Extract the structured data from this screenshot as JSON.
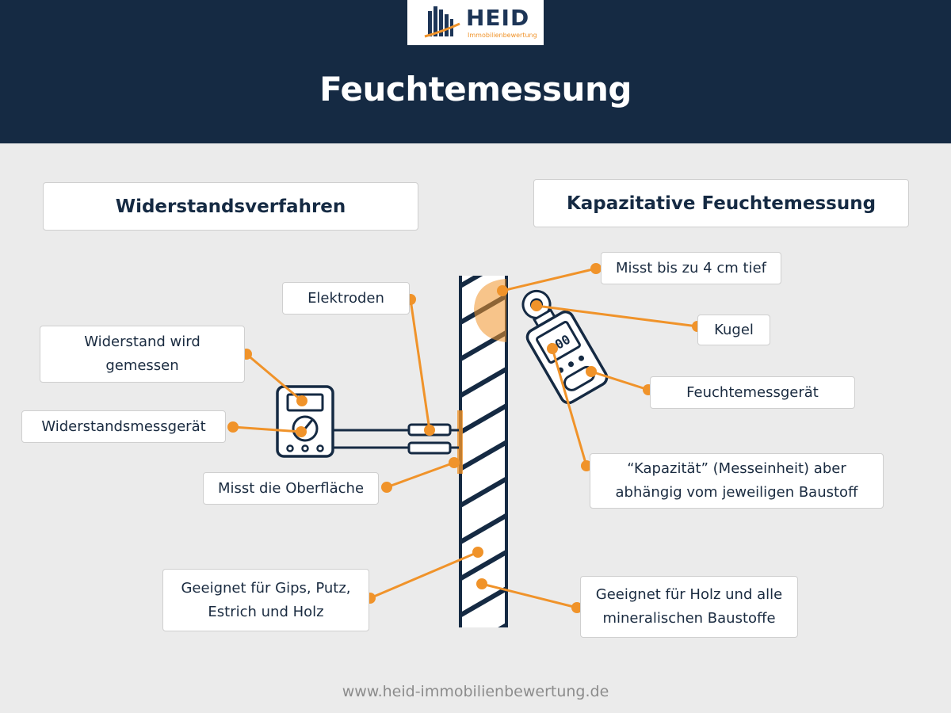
{
  "header": {
    "logo_name": "HEID",
    "logo_subtitle": "Immobilienbewertung",
    "title": "Feuchtemessung"
  },
  "sections": {
    "left_heading": "Widerstandsverfahren",
    "right_heading": "Kapazitative Feuchtemessung"
  },
  "labels": {
    "elektroden": "Elektroden",
    "widerstand_line1": "Widerstand wird",
    "widerstand_line2": "gemessen",
    "messgeraet": "Widerstandsmessgerät",
    "oberflaeche": "Misst die Oberfläche",
    "gips_line1": "Geeignet für Gips, Putz,",
    "gips_line2": "Estrich und Holz",
    "tiefe": "Misst bis zu 4 cm tief",
    "kugel": "Kugel",
    "feuchtemessgeraet": "Feuchtemessgerät",
    "kapazitaet_line1": "“Kapazität” (Messeinheit) aber",
    "kapazitaet_line2": "abhängig vom jeweiligen Baustoff",
    "holz_line1": "Geeignet für Holz und alle",
    "holz_line2": "mineralischen Baustoffe"
  },
  "device_display": "100",
  "footer": {
    "url": "www.heid-immobilienbewertung.de"
  },
  "colors": {
    "navy": "#152a43",
    "orange": "#f0932a",
    "background": "#ebebeb"
  }
}
